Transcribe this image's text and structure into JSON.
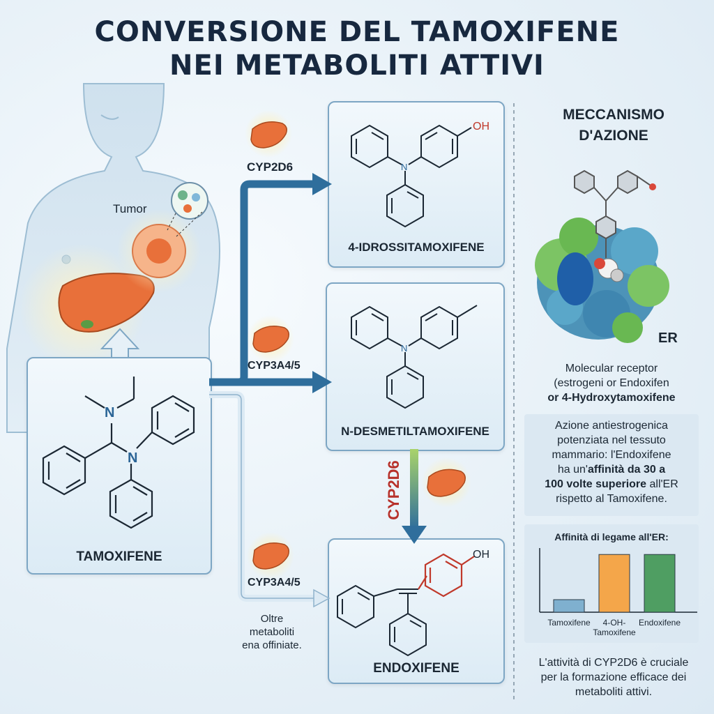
{
  "title": {
    "line1": "CONVERSIONE DEL TAMOXIFENE",
    "line2": "NEI METABOLITI ATTIVI"
  },
  "body": {
    "tumor_label": "Tumor"
  },
  "tamoxifene": {
    "label": "TAMOXIFENE",
    "atom_n1": "N",
    "atom_n2": "N"
  },
  "pathway": {
    "enzyme1": "CYP2D6",
    "enzyme2": "CYP3A4/5",
    "enzyme3": "CYP2D6",
    "enzyme4": "CYP3A4/5",
    "other_note": [
      "Oltre",
      "metaboliti",
      "ena offiniate."
    ]
  },
  "products": {
    "p1": {
      "label": "4-IDROSSITAMOXIFENE",
      "atom_n": "N",
      "oh": "OH"
    },
    "p2": {
      "label": "N-DESMETILTAMOXIFENE",
      "atom_n": "N"
    },
    "p3": {
      "label": "ENDOXIFENE",
      "oh": "OH"
    }
  },
  "mechanism": {
    "title": [
      "MECCANISMO",
      "D'AZIONE"
    ],
    "er_label": "ER",
    "receptor_text": [
      "Molecular receptor",
      "(estrogeni or Endoxifen",
      "or 4-Hydroxytamoxifene"
    ],
    "action_text": {
      "l1": "Azione antiestrogenica",
      "l2": "potenziata nel tessuto",
      "l3": "mammario: l'Endoxifene",
      "l4a": "ha un'",
      "l4b": "affinità da 30 a",
      "l5a": "100 volte superiore",
      "l5b": " all'ER",
      "l6": "rispetto al Tamoxifene."
    },
    "footer": [
      "L'attività di CYP2D6 è cruciale",
      "per la formazione efficace dei",
      "metaboliti attivi."
    ]
  },
  "chart_data": {
    "type": "bar",
    "title": "Affinità di legame all'ER:",
    "categories": [
      "Tamoxifene",
      "4-OH-\nTamoxifene",
      "Endoxifene"
    ],
    "category_lines": [
      [
        "Tamoxifene"
      ],
      [
        "4-OH-",
        "Tamoxifene"
      ],
      [
        "Endoxifene"
      ]
    ],
    "values": [
      1,
      4.6,
      4.6
    ],
    "ylim": [
      0,
      5
    ],
    "colors": [
      "#7fb0cf",
      "#f4a64a",
      "#4f9e62"
    ],
    "grid": false
  },
  "colors": {
    "arrow_blue": "#2f6e9c",
    "liver": "#e8703a",
    "oh_red": "#c0392b",
    "box_border": "#7da6c4"
  }
}
